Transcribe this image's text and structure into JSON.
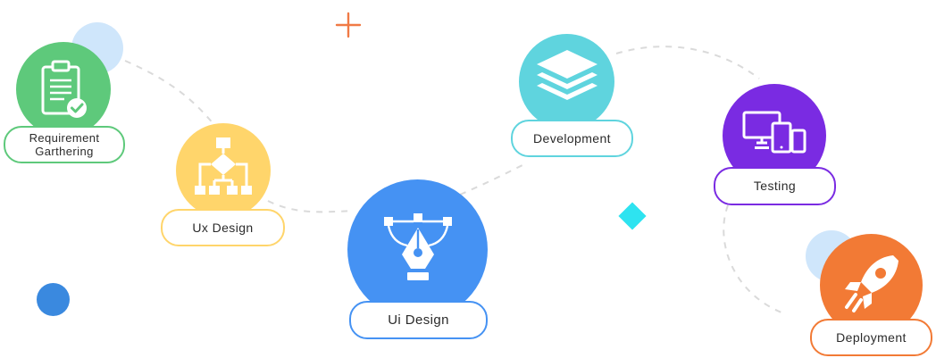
{
  "steps": [
    {
      "label": "Requirement Garthering",
      "icon": "clipboard-check-icon",
      "color": "#5ec97b"
    },
    {
      "label": "Ux Design",
      "icon": "flowchart-icon",
      "color": "#ffd56b"
    },
    {
      "label": "Ui Design",
      "icon": "pen-tool-icon",
      "color": "#4592f3"
    },
    {
      "label": "Development",
      "icon": "layers-icon",
      "color": "#5fd4de"
    },
    {
      "label": "Testing",
      "icon": "devices-icon",
      "color": "#7a2be2"
    },
    {
      "label": "Deployment",
      "icon": "rocket-icon",
      "color": "#f27a35"
    }
  ],
  "decor": {
    "light_blue": "#cfe6fb",
    "dot_blue": "#3a89df",
    "plus_orange": "#f07a45",
    "diamond_cyan": "#2ee3f0",
    "path_gray": "#dadada"
  }
}
